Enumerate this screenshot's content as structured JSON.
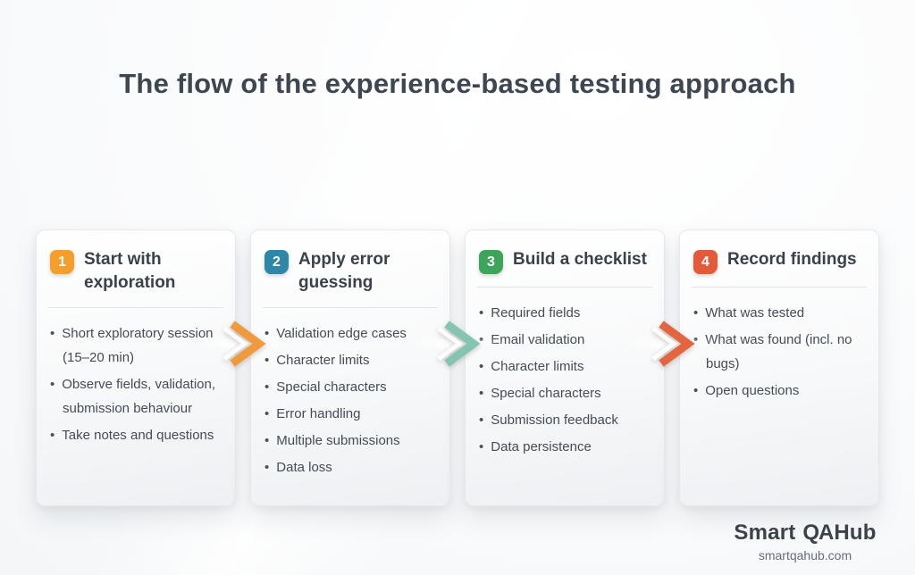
{
  "title": "The flow of the experience-based testing approach",
  "steps": [
    {
      "number": "1",
      "badge_color": "#F59E2B",
      "title": "Start with exploration",
      "bullets": [
        "Short exploratory session (15–20 min)",
        "Observe fields, validation, submission behaviour",
        "Take notes and questions"
      ]
    },
    {
      "number": "2",
      "badge_color": "#2E86A8",
      "title": "Apply error guessing",
      "bullets": [
        "Validation edge cases",
        "Character limits",
        "Special characters",
        "Error handling",
        "Multiple submissions",
        "Data loss"
      ]
    },
    {
      "number": "3",
      "badge_color": "#3FA45B",
      "title": "Build a checklist",
      "bullets": [
        "Required fields",
        "Email validation",
        "Character limits",
        "Special characters",
        "Submission feedback",
        "Data persistence"
      ]
    },
    {
      "number": "4",
      "badge_color": "#E25A39",
      "title": "Record findings",
      "bullets": [
        "What was tested",
        "What was found (incl. no bugs)",
        "Open questions"
      ]
    }
  ],
  "arrows": [
    {
      "color": "#F09A3E"
    },
    {
      "color": "#84C4B2"
    },
    {
      "color": "#E2653F"
    }
  ],
  "footer": {
    "brand_left": "Smart",
    "brand_mark": "QA",
    "brand_right": "Hub",
    "website": "smartqahub.com"
  }
}
